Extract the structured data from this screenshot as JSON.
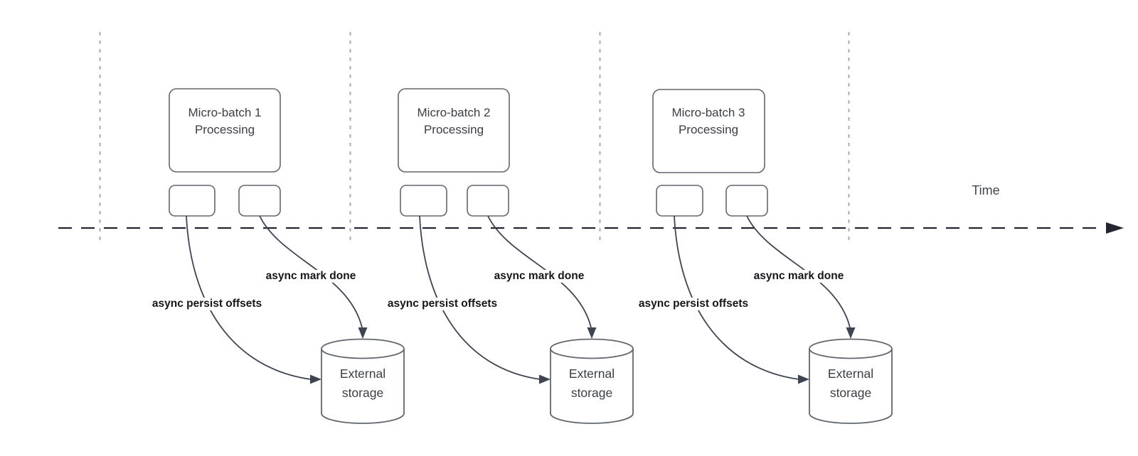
{
  "diagram": {
    "time_axis": {
      "label": "Time"
    },
    "batches": [
      {
        "title": "Micro-batch 1 Processing",
        "persist_label": "async persist offsets",
        "done_label": "async mark done",
        "storage_label": "External storage"
      },
      {
        "title": "Micro-batch 2 Processing",
        "persist_label": "async persist offsets",
        "done_label": "async mark done",
        "storage_label": "External storage"
      },
      {
        "title": "Micro-batch 3 Processing",
        "persist_label": "async persist offsets",
        "done_label": "async mark done",
        "storage_label": "External storage"
      }
    ],
    "colors": {
      "arrow": "#3e4450",
      "timeline": "#23262e",
      "guide": "#aaacb1",
      "shape_stroke": "#62666f",
      "shape_text": "#3a3e45",
      "label_text": "#15161a",
      "axis_text": "#42474f",
      "background": "#ffffff"
    }
  }
}
